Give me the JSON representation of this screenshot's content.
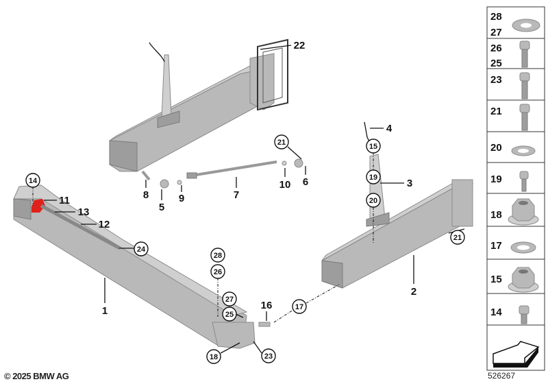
{
  "diagram": {
    "callouts": {
      "c1": "1",
      "c2": "2",
      "c3": "3",
      "c4": "4",
      "c5": "5",
      "c6": "6",
      "c7": "7",
      "c8": "8",
      "c9": "9",
      "c10": "10",
      "c11": "11",
      "c12": "12",
      "c13": "13",
      "c16": "16",
      "c22": "22"
    },
    "circled": {
      "c14": "14",
      "c15": "15",
      "c17": "17",
      "c18": "18",
      "c19": "19",
      "c20": "20",
      "c21a": "21",
      "c21b": "21",
      "c23": "23",
      "c24": "24",
      "c25": "25",
      "c26": "26",
      "c27": "27",
      "c28": "28"
    },
    "highlight_color": "#e0201b"
  },
  "legend": {
    "rows": [
      {
        "labels": [
          "28",
          "27"
        ],
        "part": "toothed-washer"
      },
      {
        "labels": [
          "26",
          "25"
        ],
        "part": "socket-screw"
      },
      {
        "labels": [
          "23"
        ],
        "part": "socket-screw"
      },
      {
        "labels": [
          "21"
        ],
        "part": "socket-screw"
      },
      {
        "labels": [
          "20"
        ],
        "part": "washer"
      },
      {
        "labels": [
          "19"
        ],
        "part": "socket-screw"
      },
      {
        "labels": [
          "18"
        ],
        "part": "flange-nut"
      },
      {
        "labels": [
          "17"
        ],
        "part": "washer"
      },
      {
        "labels": [
          "15"
        ],
        "part": "flange-nut"
      },
      {
        "labels": [
          "14"
        ],
        "part": "socket-screw"
      }
    ],
    "nav_icon": "arrow-icon"
  },
  "footer": {
    "copyright": "© 2025 BMW AG",
    "doc_number": "526267"
  }
}
